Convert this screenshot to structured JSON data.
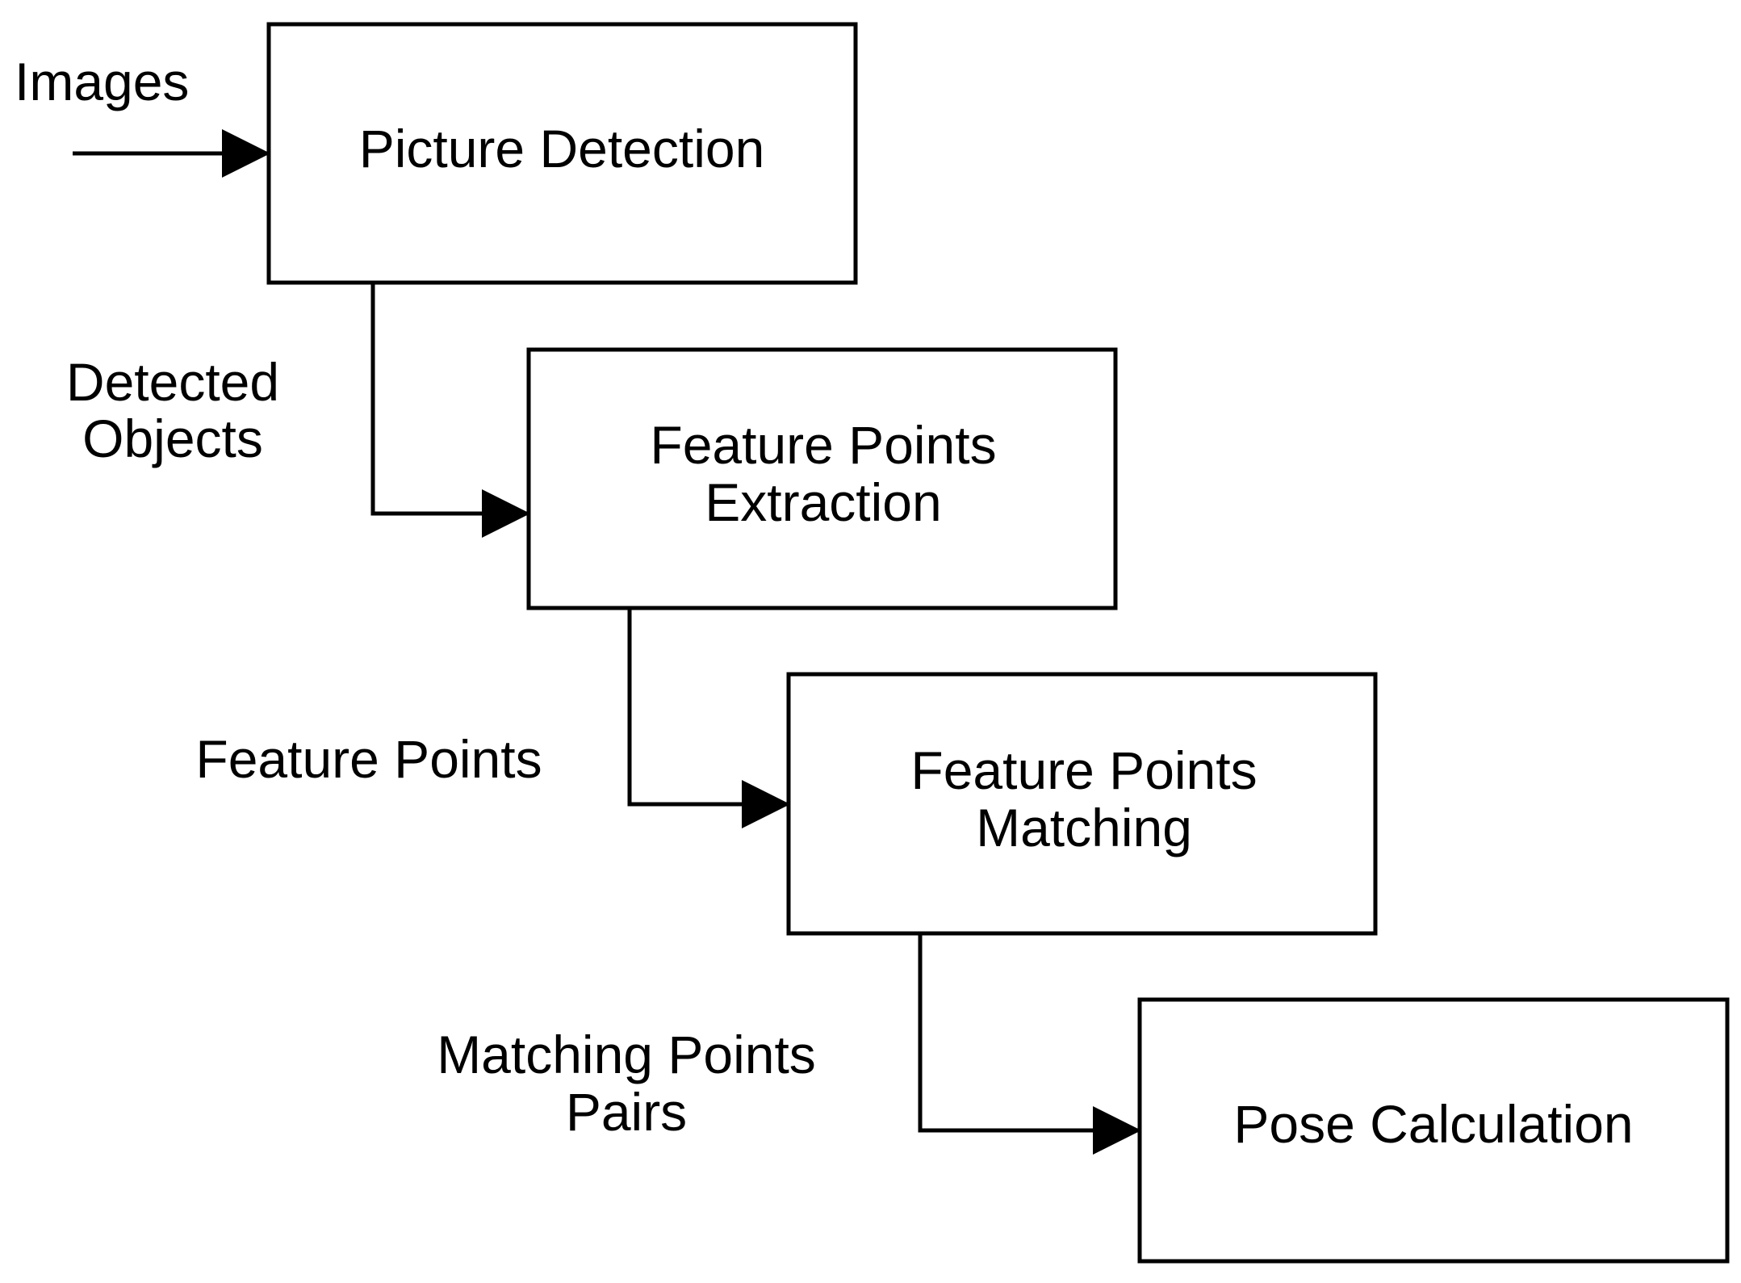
{
  "diagram": {
    "input_label": "Images",
    "boxes": [
      {
        "id": "picture-detection",
        "lines": [
          "Picture Detection"
        ]
      },
      {
        "id": "feature-extraction",
        "lines": [
          "Feature Points",
          "Extraction"
        ]
      },
      {
        "id": "feature-matching",
        "lines": [
          "Feature Points",
          "Matching"
        ]
      },
      {
        "id": "pose-calculation",
        "lines": [
          "Pose Calculation"
        ]
      }
    ],
    "edge_labels": [
      {
        "id": "detected-objects",
        "lines": [
          "Detected",
          "Objects"
        ]
      },
      {
        "id": "feature-points",
        "lines": [
          "Feature Points"
        ]
      },
      {
        "id": "matching-pairs",
        "lines": [
          "Matching Points",
          "Pairs"
        ]
      }
    ]
  }
}
